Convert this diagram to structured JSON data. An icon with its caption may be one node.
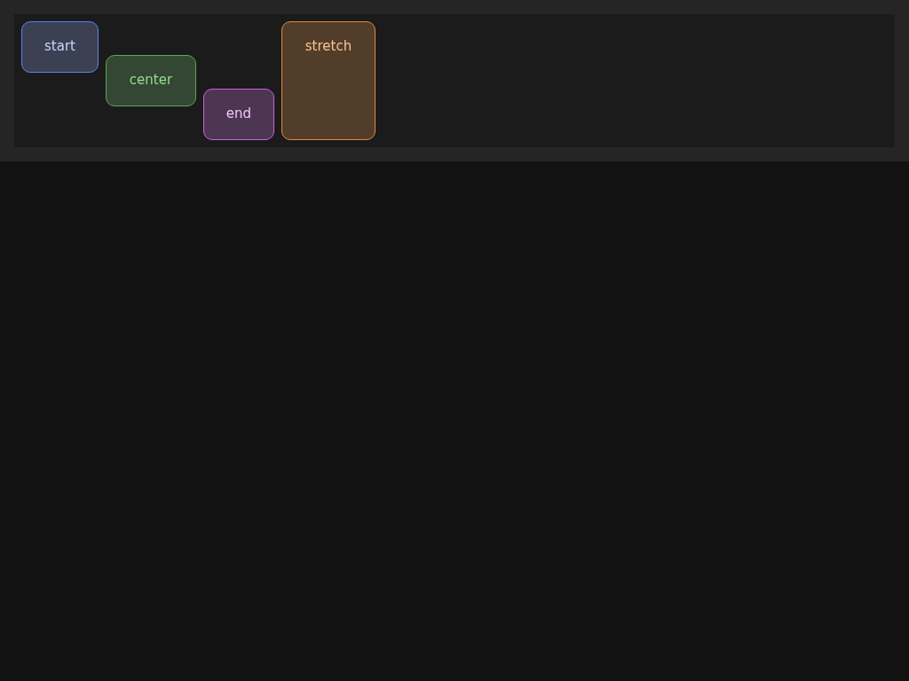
{
  "diagram": {
    "nodes": [
      {
        "text": [],
        "shape": "box"
      },
      {
        "text": [
          "start"
        ],
        "in": 0
      },
      {
        "text": [
          "center"
        ],
        "in": 0
      },
      {
        "text": [
          "end"
        ],
        "in": 0
      },
      {
        "text": [
          "stretch"
        ],
        "in": 0
      }
    ]
  }
}
